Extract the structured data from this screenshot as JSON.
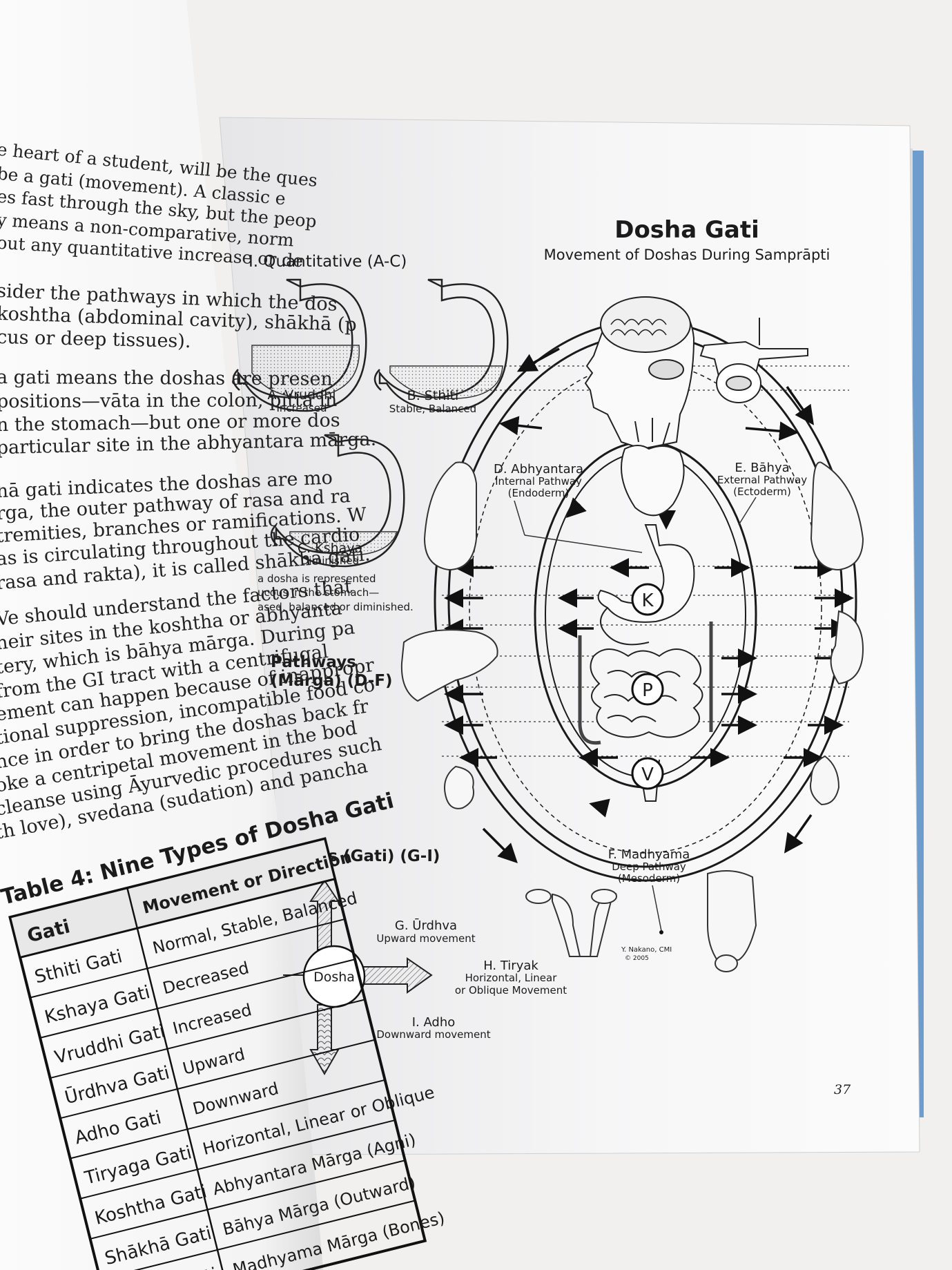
{
  "right_page": {
    "title": "Dosha Gati",
    "subtitle": "Movement of Doshas During Samprāpti",
    "section_quantitative": "I. Quantitative (A-C)",
    "stomach_a": {
      "label": "A. Vruddhi",
      "sub": "Increased"
    },
    "stomach_b": {
      "label": "B. Sthiti",
      "sub": "Stable, Balanced"
    },
    "stomach_c": {
      "label": "C. Kshaya",
      "sub": "Diminished"
    },
    "stomach_note": [
      "a dosha is represented",
      "ucous in the stomach—",
      "ased, balanced or diminished."
    ],
    "section_pathways": [
      "Pathways",
      "(Mārga) (D-F)"
    ],
    "pathway_d": {
      "label": "D. Abhyantara",
      "sub1": "Internal Pathway",
      "sub2": "(Endoderm)"
    },
    "pathway_e": {
      "label": "E. Bāhya",
      "sub1": "External Pathway",
      "sub2": "(Ectoderm)"
    },
    "pathway_f": {
      "label": "F. Madhyama",
      "sub1": "Deep Pathway",
      "sub2": "(Mesoderm)"
    },
    "dosha_k": "K",
    "dosha_p": "P",
    "dosha_v": "V",
    "section_vectors": "ectors (Gati) (G-I)",
    "dosha_center": "Dosha",
    "vector_g": {
      "label": "G. Ūrdhva",
      "sub": "Upward movement"
    },
    "vector_h": {
      "label": "H. Tiryak",
      "sub1": "Horizontal, Linear",
      "sub2": "or Oblique Movement"
    },
    "vector_i": {
      "label": "I. Adho",
      "sub": "Downward movement"
    },
    "signature": "Y. Nakano, CMI",
    "signature_year": "© 2005",
    "page_number": "37"
  },
  "left_page": {
    "lines": [
      "e heart of a student, will be the ques",
      "be a gati (movement). A classic e",
      "es fast through the sky, but the peop",
      "y means a non-comparative, norm",
      "out any quantitative increase or de",
      "sider the pathways in which the dos",
      " koshtha (abdominal cavity), shākhā (p",
      "cus or deep tissues).",
      "a gati means the doshas are presen",
      "positions—vāta in the colon, pitta in",
      "n the stomach—but one or more dos",
      "particular site in the abhyantara mārga.",
      "hā gati indicates the doshas are mo",
      "rga, the outer pathway of rasa and ra",
      "tremities, branches or ramifications. W",
      "as is circulating throughout the cardio",
      "rasa and rakta), it is called shākhā gati.",
      "Ve should understand the factors that",
      "heir sites in the koshtha or abhyanta",
      "tery, which is bāhya mārga. During pa",
      " from the GI tract with a centrifugal",
      "ement can happen because of inappropr",
      "tional suppression, incompatible food co",
      "nce in order to bring the doshas back fr",
      "oke a centripetal movement in the bod",
      "cleanse using Āyurvedic procedures such",
      "th love), svedana (sudation) and pancha"
    ],
    "table_title": "Table 4: Nine Types of Dosha Gati",
    "table_headers": [
      "Gati",
      "Movement or Direction"
    ],
    "table_rows": [
      [
        "Sthiti Gati",
        "Normal, Stable, Balanced"
      ],
      [
        "Kshaya Gati",
        "Decreased"
      ],
      [
        "Vruddhi Gati",
        "Increased"
      ],
      [
        "Ūrdhva Gati",
        "Upward"
      ],
      [
        "Adho Gati",
        "Downward"
      ],
      [
        "Tiryaga Gati",
        "Horizontal, Linear or Oblique"
      ],
      [
        "Koshtha Gati",
        "Abhyantara Mārga (Agni)"
      ],
      [
        "Shākhā Gati",
        "Bāhya Mārga (Outward)"
      ],
      [
        "Marma Gati",
        "Madhyama Mārga (Bones)"
      ]
    ]
  }
}
